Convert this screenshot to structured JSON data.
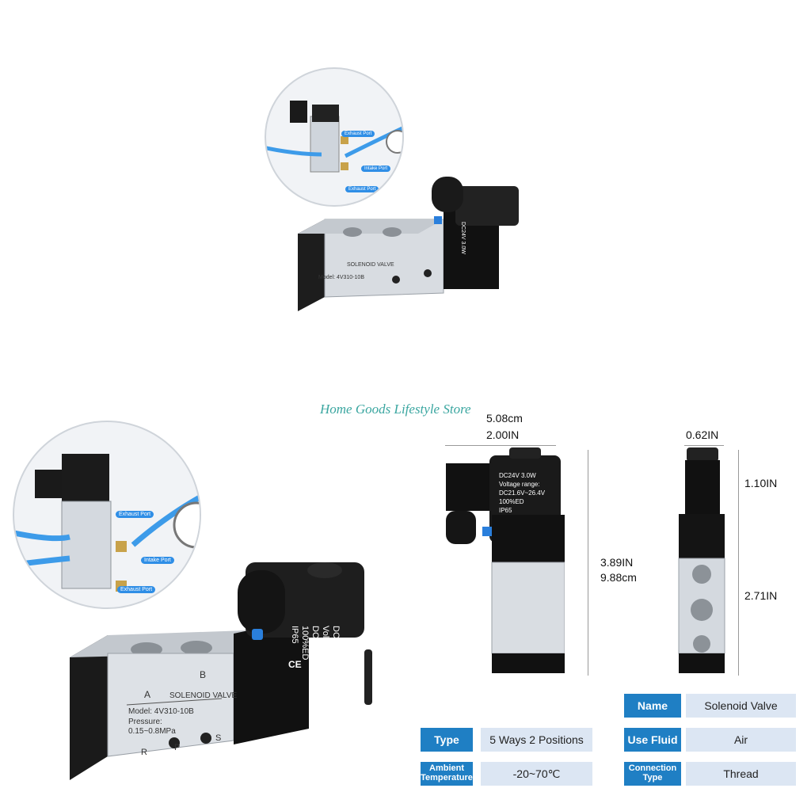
{
  "watermark": "Home Goods Lifestyle Store",
  "valve_labels": {
    "title": "SOLENOID VALVE",
    "model": "Model: 4V310-10B",
    "pressure_label": "Pressure:",
    "pressure_value": "0.15~0.8MPa",
    "port_a": "A",
    "port_b": "B",
    "port_r": "R",
    "port_p": "P",
    "port_s": "S",
    "coil_line1": "DC24V 3.0W",
    "coil_line2": "Voltage range:",
    "coil_line3": "DC21.6V~26.4V",
    "coil_line4": "100%ED",
    "coil_line5": "IP65",
    "ce": "CE"
  },
  "callouts": {
    "exhaust_port": "Exhaust Port",
    "intake_port": "Intake Port"
  },
  "dimensions": {
    "width_cm": "5.08cm",
    "width_in": "2.00IN",
    "height_in": "3.89IN",
    "height_cm": "9.88cm",
    "depth_in": "0.62IN",
    "coil_height_in": "1.10IN",
    "body_height_in": "2.71IN"
  },
  "specs": {
    "left": [
      {
        "label": "Type",
        "value": "5 Ways 2 Positions"
      },
      {
        "label": "Ambient Temperature",
        "value": "-20~70℃"
      }
    ],
    "right": [
      {
        "label": "Name",
        "value": "Solenoid Valve"
      },
      {
        "label": "Use Fluid",
        "value": "Air"
      },
      {
        "label": "Connection Type",
        "value": "Thread"
      }
    ]
  },
  "colors": {
    "spec_label_bg": "#1f7fc4",
    "spec_value_bg": "#dce6f3",
    "watermark": "#3aa6a0"
  }
}
